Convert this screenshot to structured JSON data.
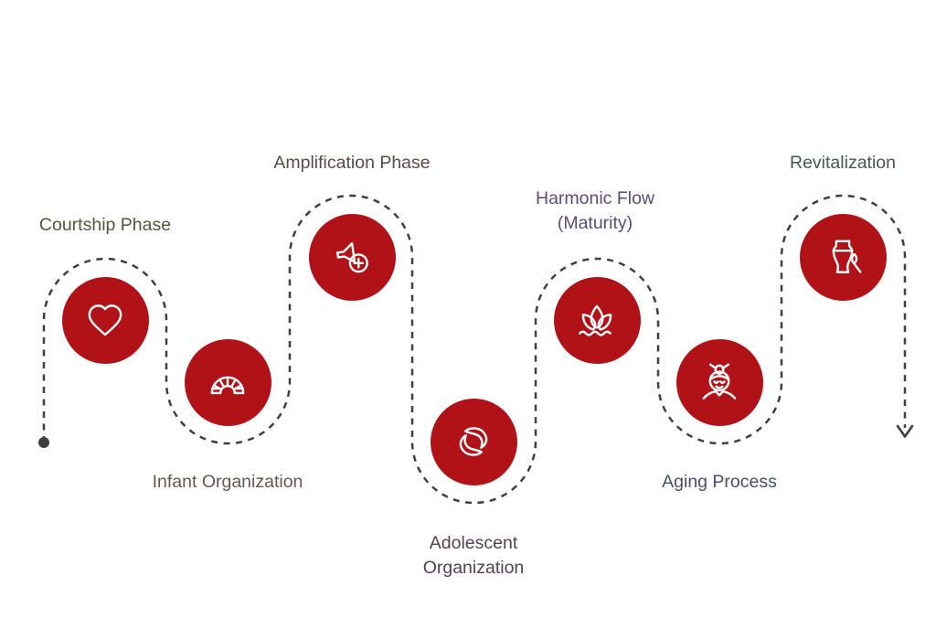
{
  "diagram": {
    "type": "serpentine-lifecycle-timeline",
    "background": "#ffffff",
    "path_color": "#404040",
    "node_color": "#b11218",
    "icon_color": "#ffffff",
    "start_marker": "filled-dot",
    "end_marker": "down-arrow",
    "stages": [
      {
        "label": "Courtship Phase",
        "icon": "heart-icon",
        "label_color": "#55543f"
      },
      {
        "label": "Infant Organization",
        "icon": "arch-icon",
        "label_color": "#675750"
      },
      {
        "label": "Amplification Phase",
        "icon": "speaker-plus-icon",
        "label_color": "#5a4a46"
      },
      {
        "label": "Adolescent Organization",
        "icon": "twin-leaf-icon",
        "label_color": "#53414f"
      },
      {
        "label": "Harmonic Flow (Maturity)",
        "icon": "lotus-icon",
        "label_color": "#5e4a75"
      },
      {
        "label": "Aging Process",
        "icon": "elder-face-icon",
        "label_color": "#46506c"
      },
      {
        "label": "Revitalization",
        "icon": "vase-brush-icon",
        "label_color": "#47584f"
      }
    ]
  }
}
